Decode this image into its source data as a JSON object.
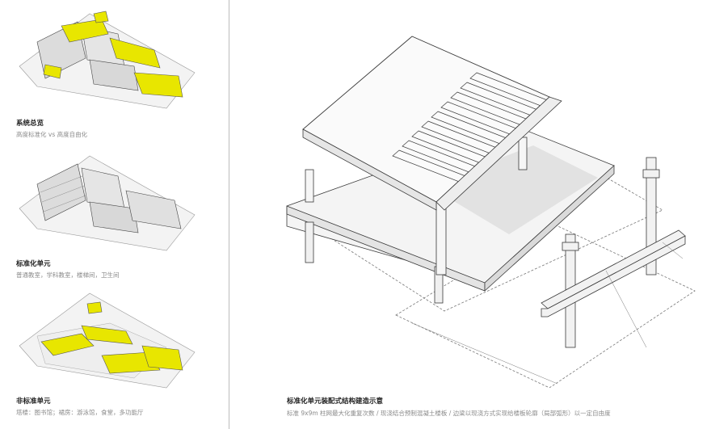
{
  "panels": [
    {
      "title": "系统总览",
      "subtitle": "高度标准化 vs 高度自由化"
    },
    {
      "title": "标准化单元",
      "subtitle": "普通教室，学科教室，楼梯间，卫生间"
    },
    {
      "title": "非标准单元",
      "subtitle": "塔楼：图书馆；裙房：游泳馆，食堂，多功能厅"
    }
  ],
  "main": {
    "title": "标准化单元装配式结构建造示意",
    "subtitle": "标准 9x9m 柱网最大化重复次数 / 现浇结合预制混凝土楼板 / 边梁以现浇方式实现给楼板轮廓（局部弧形）以一定自由度"
  },
  "colors": {
    "highlight": "#e8e600",
    "line": "#3a3a3a",
    "grey": "#cfcfcf"
  }
}
